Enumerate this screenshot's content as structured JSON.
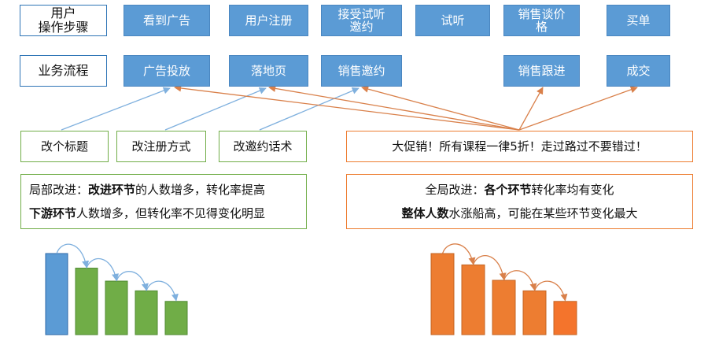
{
  "rows": {
    "user_label": [
      "用户",
      "操作步骤"
    ],
    "business_label": "业务流程"
  },
  "user_steps": [
    {
      "lines": [
        "看到广告"
      ]
    },
    {
      "lines": [
        "用户注册"
      ]
    },
    {
      "lines": [
        "接受试听",
        "邀约"
      ]
    },
    {
      "lines": [
        "试听"
      ]
    },
    {
      "lines": [
        "销售谈价",
        "格"
      ]
    },
    {
      "lines": [
        "买单"
      ]
    }
  ],
  "business_steps": [
    "广告投放",
    "落地页",
    "销售邀约",
    "销售跟进",
    "成交"
  ],
  "improvements": [
    "改个标题",
    "改注册方式",
    "改邀约话术"
  ],
  "promo": "大促销！所有课程一律5折！走过路过不要错过！",
  "local_note": {
    "line1_prefix": "局部改进：",
    "line1_bold": "改进环节",
    "line1_rest": "的人数增多，转化率提高",
    "line2_bold": "下游环节",
    "line2_rest": "人数增多，但转化率不见得变化明显"
  },
  "global_note": {
    "line1_prefix": "全局改进：",
    "line1_bold": "各个环节",
    "line1_rest": "转化率均有变化",
    "line2_bold": "整体人数",
    "line2_rest": "水涨船高，可能在某些环节变化最大"
  },
  "colors": {
    "blue": "#5b9bd5",
    "green": "#70ad47",
    "orange": "#ed7d31",
    "arrow_blue": "#7fb0de",
    "arrow_orange": "#d9804a"
  },
  "chart_data": [
    {
      "type": "bar",
      "name": "local",
      "values": [
        100,
        82,
        66,
        54,
        41
      ],
      "colors": [
        "#5b9bd5",
        "#70ad47",
        "#70ad47",
        "#70ad47",
        "#70ad47"
      ]
    },
    {
      "type": "bar",
      "name": "global",
      "values": [
        100,
        86,
        67,
        54,
        41
      ],
      "colors": [
        "#ed7d31",
        "#ed7d31",
        "#ed7d31",
        "#ed7d31",
        "#f4742c"
      ]
    }
  ]
}
